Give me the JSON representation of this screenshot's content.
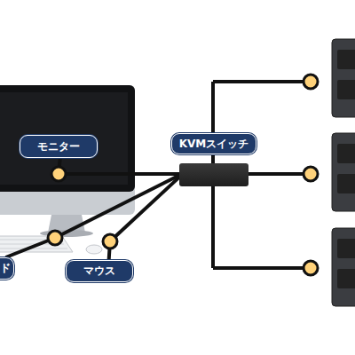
{
  "diagram": {
    "nodes": [
      {
        "text": [
          "モニター"
        ]
      },
      {
        "text": [
          "KVMスイッチ"
        ]
      },
      {
        "text": [
          "マウス"
        ]
      },
      {
        "text": [
          "ド"
        ]
      }
    ],
    "edges": [
      {
        "from": 0,
        "to": 1,
        "arrow": "none"
      },
      {
        "from": 3,
        "to": 1,
        "arrow": "none"
      },
      {
        "from": 2,
        "to": 1,
        "arrow": "none"
      }
    ]
  }
}
